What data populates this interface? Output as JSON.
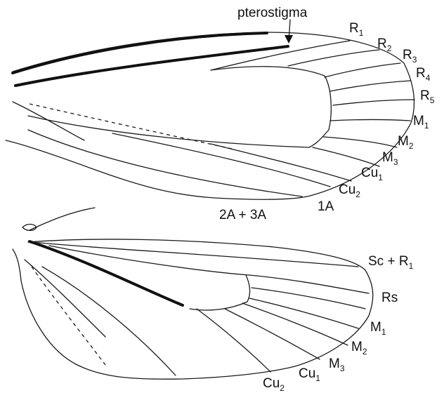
{
  "forewing": {
    "pterostigma_label": "pterostigma",
    "veins": [
      {
        "main": "R",
        "sub": "1"
      },
      {
        "main": "R",
        "sub": "2"
      },
      {
        "main": "R",
        "sub": "3"
      },
      {
        "main": "R",
        "sub": "4"
      },
      {
        "main": "R",
        "sub": "5"
      },
      {
        "main": "M",
        "sub": "1"
      },
      {
        "main": "M",
        "sub": "2"
      },
      {
        "main": "M",
        "sub": "3"
      },
      {
        "main": "Cu",
        "sub": "1"
      },
      {
        "main": "Cu",
        "sub": "2"
      },
      {
        "main": "1A",
        "sub": ""
      },
      {
        "main": "2A + 3A",
        "sub": ""
      }
    ]
  },
  "hindwing": {
    "veins": [
      {
        "main": "Sc + R",
        "sub": "1"
      },
      {
        "main": "Rs",
        "sub": ""
      },
      {
        "main": "M",
        "sub": "1"
      },
      {
        "main": "M",
        "sub": "2"
      },
      {
        "main": "M",
        "sub": "3"
      },
      {
        "main": "Cu",
        "sub": "1"
      },
      {
        "main": "Cu",
        "sub": "2"
      }
    ]
  },
  "colors": {
    "ink": "#111111",
    "background": "#ffffff"
  }
}
